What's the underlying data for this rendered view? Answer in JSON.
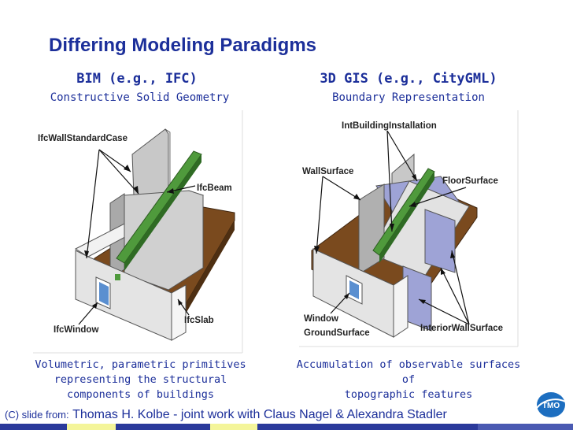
{
  "slide": {
    "title": "Differing Modeling Paradigms",
    "left": {
      "heading": "BIM (e.g., IFC)",
      "subheading": "Constructive Solid Geometry",
      "labels": {
        "wall": "IfcWallStandardCase",
        "beam": "IfcBeam",
        "slab": "IfcSlab",
        "window": "IfcWindow"
      },
      "caption_line1": "Volumetric, parametric primitives",
      "caption_line2": "representing the structural",
      "caption_line3": "components of buildings"
    },
    "right": {
      "heading": "3D GIS (e.g., CityGML)",
      "subheading": "Boundary Representation",
      "labels": {
        "installation": "IntBuildingInstallation",
        "wall": "WallSurface",
        "floor": "FloorSurface",
        "window": "Window",
        "ground": "GroundSurface",
        "interior": "InteriorWallSurface"
      },
      "caption_line1": "Accumulation of observable surfaces of",
      "caption_line2": "topographic features"
    },
    "credit_prefix": "(C) slide from:",
    "credit_main": "Thomas H. Kolbe - joint work with Claus Nagel & Alexandra Stadler",
    "logo_text": "TMO",
    "colors": {
      "accent_blue": "#1c2f9a",
      "slab_brown": "#7a4a1e",
      "beam_green": "#4f9a3c",
      "surface_lavender": "#9ea3d6"
    }
  }
}
